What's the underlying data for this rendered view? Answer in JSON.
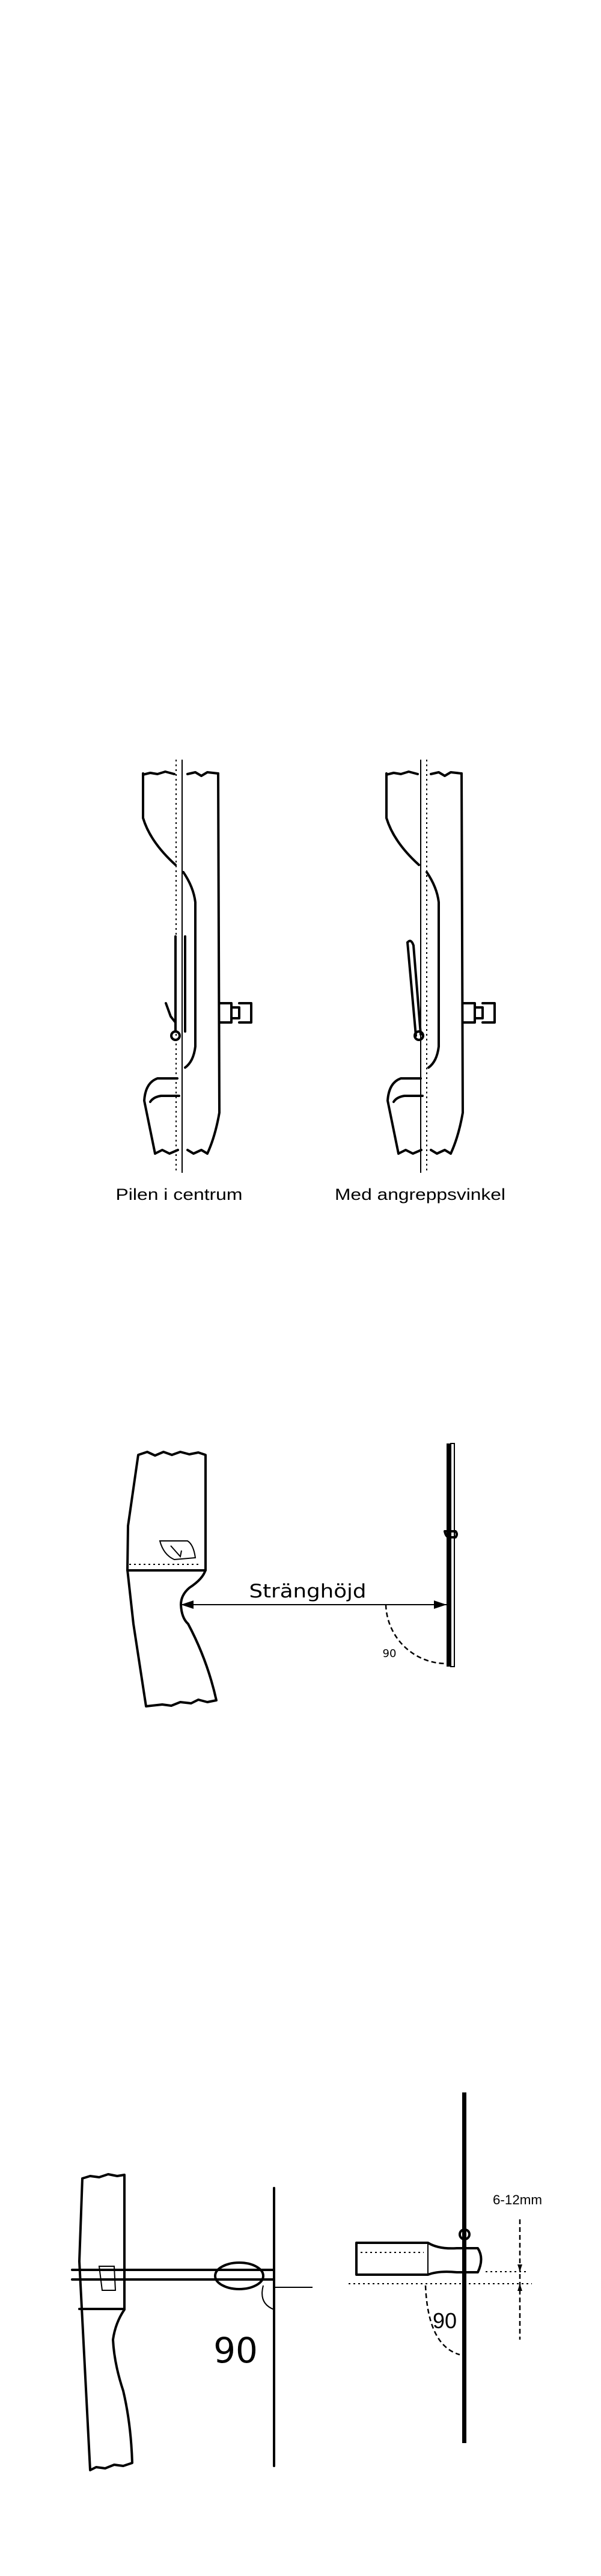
{
  "figure1": {
    "left_caption": "Pilen i centrum",
    "right_caption": "Med angreppsvinkel"
  },
  "figure2": {
    "dimension_label": "Stränghöjd",
    "angle_label": "90"
  },
  "figure3": {
    "left_angle_label": "90",
    "right_angle_label": "90",
    "nock_height_label": "6-12mm"
  }
}
